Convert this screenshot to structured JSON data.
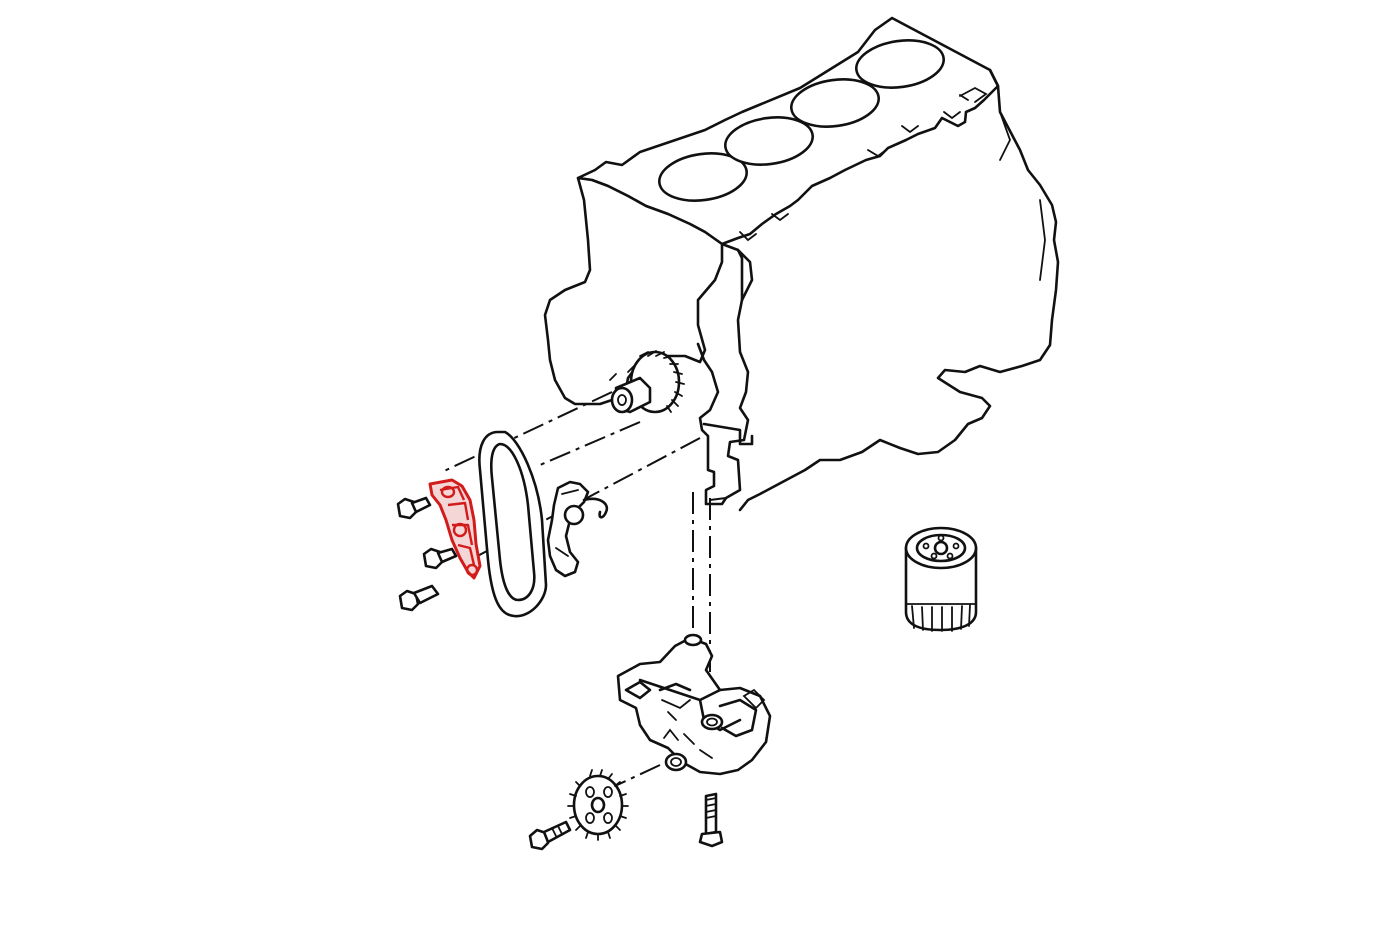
{
  "diagram": {
    "highlight_color": "#d21c1c",
    "line_color": "#111111",
    "background": "#ffffff",
    "parts": [
      "cylinder-block",
      "crankshaft-sprocket",
      "oil-pump-drive-chain",
      "chain-tensioner",
      "chain-guide",
      "guide-bolts",
      "oil-filter",
      "oil-pump",
      "oil-pump-sprocket",
      "sprocket-bolt",
      "pump-bolt"
    ],
    "highlighted_part": "chain-guide"
  }
}
